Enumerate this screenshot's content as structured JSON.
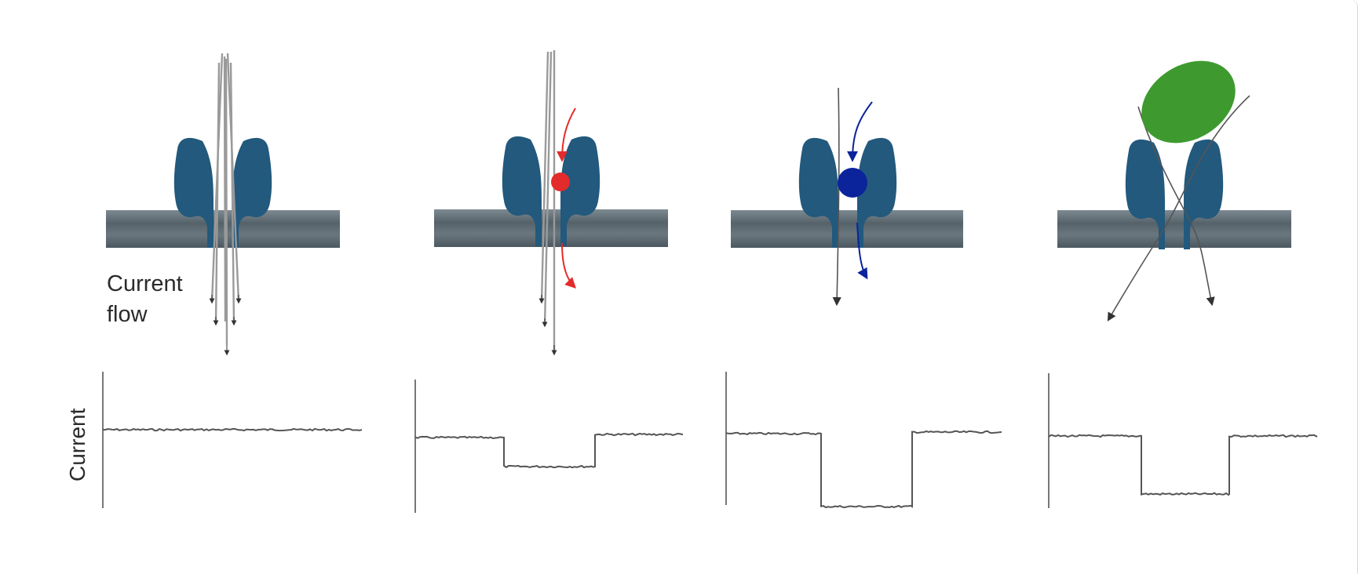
{
  "labels": {
    "current_flow_line1": "Current",
    "current_flow_line2": "flow",
    "y_axis": "Current"
  },
  "colors": {
    "protein": "#22597d",
    "membrane": "#5e6b73",
    "ion_streams": "#9a9a9a",
    "small_analyte": "#e32b2b",
    "medium_analyte": "#0b239b",
    "large_analyte": "#3e9a2f",
    "trace": "#555555",
    "axis": "#777777"
  },
  "panels": [
    {
      "id": "open-pore",
      "analyte": "none",
      "blockade_fraction": 0.0
    },
    {
      "id": "small-molecule",
      "analyte": "small-red-particle",
      "blockade_fraction": 0.3
    },
    {
      "id": "medium-molecule",
      "analyte": "medium-blue-particle",
      "blockade_fraction": 0.8
    },
    {
      "id": "large-molecule",
      "analyte": "large-green-ellipse",
      "blockade_fraction": 0.65
    }
  ]
}
